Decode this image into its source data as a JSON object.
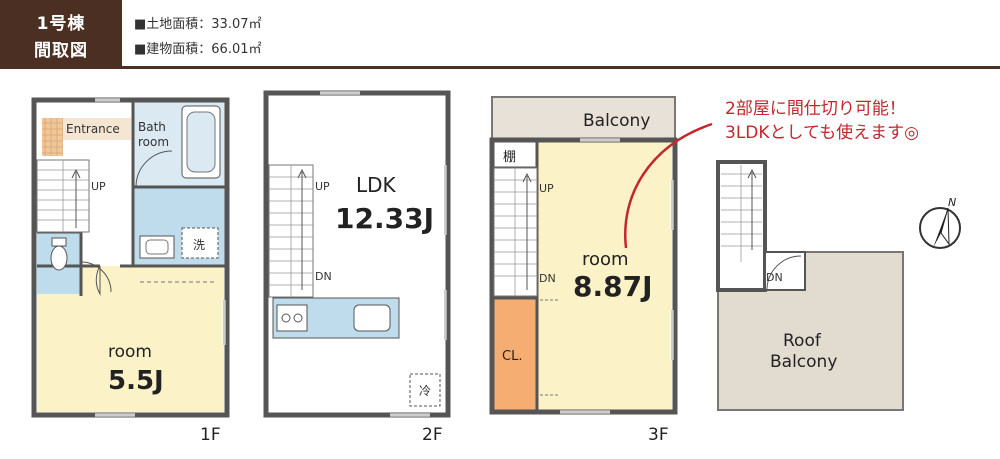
{
  "header": {
    "building": "1号棟",
    "title": "間取図",
    "land_area": "■土地面積：33.07㎡",
    "building_area": "■建物面積：66.01㎡"
  },
  "floors": {
    "f1": {
      "label": "1F",
      "entrance": "Entrance",
      "bath_line1": "Bath",
      "bath_line2": "room",
      "washer": "洗",
      "up": "UP",
      "room_name": "room",
      "room_size": "5.5J"
    },
    "f2": {
      "label": "2F",
      "up": "UP",
      "dn": "DN",
      "room_name": "LDK",
      "room_size": "12.33J",
      "fridge": "冷"
    },
    "f3": {
      "label": "3F",
      "balcony": "Balcony",
      "shelf": "棚",
      "up": "UP",
      "dn": "DN",
      "closet": "CL.",
      "room_name": "room",
      "room_size": "8.87J"
    },
    "roof": {
      "dn": "DN",
      "label_line1": "Roof",
      "label_line2": "Balcony"
    }
  },
  "callout": {
    "line1": "2部屋に間仕切り可能！",
    "line2": "3LDKとしても使えます◎"
  },
  "compass": {
    "north": "N"
  }
}
